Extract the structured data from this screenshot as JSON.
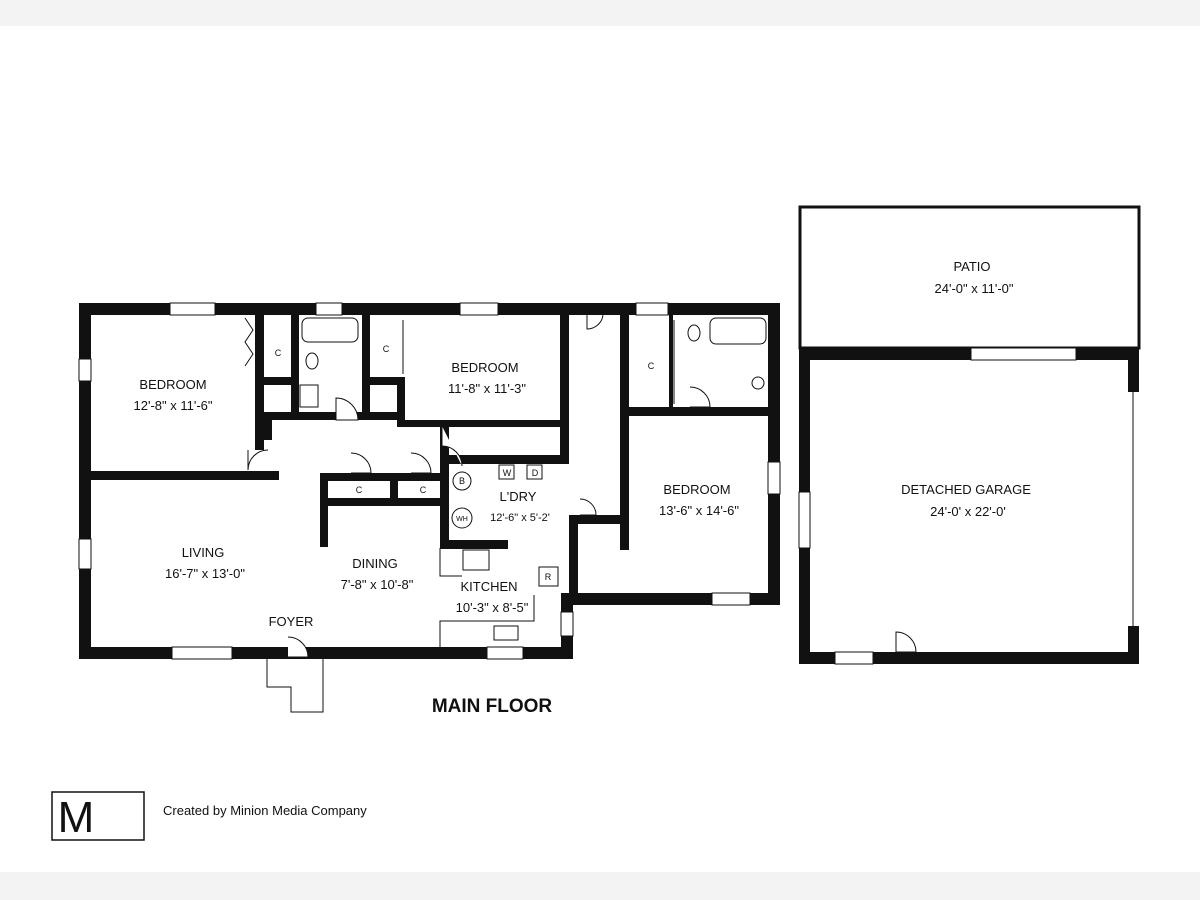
{
  "plan_title": "MAIN FLOOR",
  "rooms": {
    "bedroom_1": {
      "name": "BEDROOM",
      "dims": "12'-8\" x 11'-6\""
    },
    "bedroom_2": {
      "name": "BEDROOM",
      "dims": "11'-8\" x 11'-3\""
    },
    "bedroom_3": {
      "name": "BEDROOM",
      "dims": "13'-6\" x 14'-6\""
    },
    "laundry": {
      "name": "L'DRY",
      "dims": "12'-6\" x 5'-2'"
    },
    "living": {
      "name": "LIVING",
      "dims": "16'-7\" x 13'-0\""
    },
    "dining": {
      "name": "DINING",
      "dims": "7'-8\" x 10'-8\""
    },
    "kitchen": {
      "name": "KITCHEN",
      "dims": "10'-3\" x 8'-5\""
    },
    "foyer": {
      "name": "FOYER"
    },
    "patio": {
      "name": "PATIO",
      "dims": "24'-0\" x 11'-0\""
    },
    "garage": {
      "name": "DETACHED GARAGE",
      "dims": "24'-0' x 22'-0'"
    }
  },
  "symbols": {
    "closet": "C",
    "washer": "W",
    "dryer": "D",
    "boiler": "B",
    "water_heater": "WH",
    "refrigerator": "R"
  },
  "branding": {
    "logo_letter": "M",
    "credit": "Created by Minion Media Company"
  }
}
